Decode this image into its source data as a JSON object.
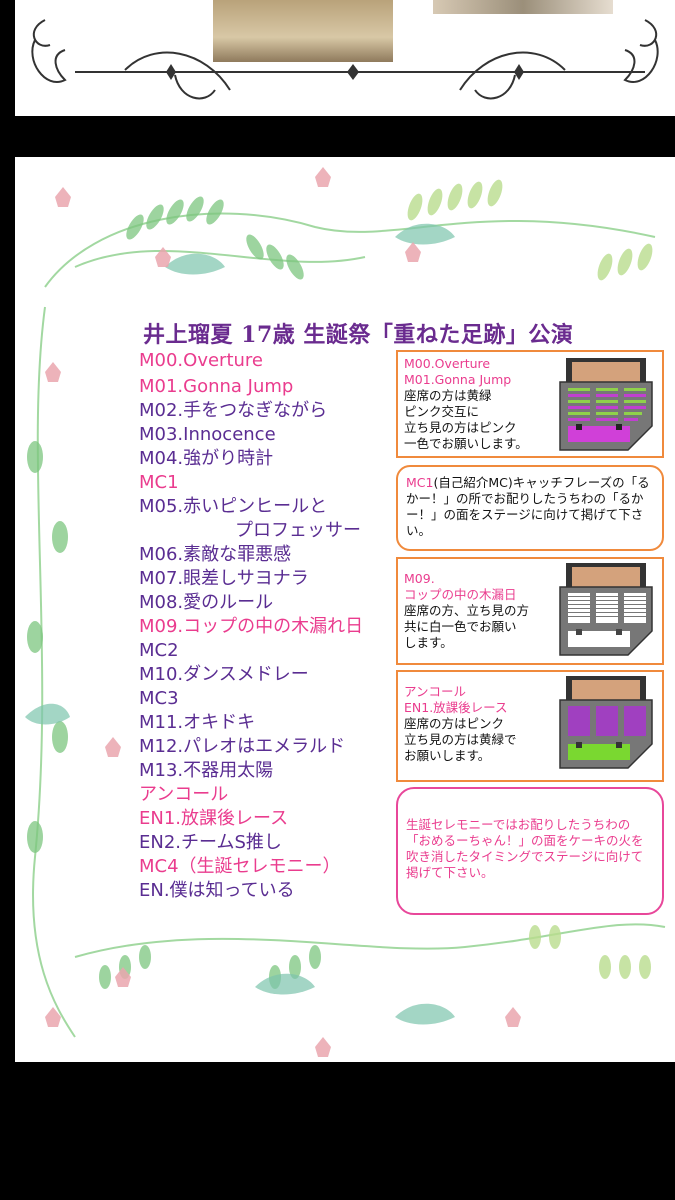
{
  "top_banner": {
    "photos": [
      "stage-photo-group",
      "stage-photo-closeup"
    ]
  },
  "flyer": {
    "title": "井上瑠夏 17歳 生誕祭「重ねた足跡」公演",
    "setlist": [
      {
        "label": "M00.Overture",
        "highlight": true
      },
      {
        "label": "M01.Gonna Jump",
        "highlight": true
      },
      {
        "label": "M02.手をつなぎながら",
        "highlight": false
      },
      {
        "label": "M03.Innocence",
        "highlight": false
      },
      {
        "label": "M04.強がり時計",
        "highlight": false
      },
      {
        "label": "MC1",
        "highlight": true
      },
      {
        "label": "M05.赤いピンヒールと",
        "highlight": false
      },
      {
        "label": "プロフェッサー",
        "highlight": false
      },
      {
        "label": "M06.素敵な罪悪感",
        "highlight": false
      },
      {
        "label": "M07.眼差しサヨナラ",
        "highlight": false
      },
      {
        "label": "M08.愛のルール",
        "highlight": false
      },
      {
        "label": "M09.コップの中の木漏れ日",
        "highlight": true
      },
      {
        "label": "MC2",
        "highlight": false
      },
      {
        "label": "M10.ダンスメドレー",
        "highlight": false
      },
      {
        "label": "MC3",
        "highlight": false
      },
      {
        "label": "M11.オキドキ",
        "highlight": false
      },
      {
        "label": "M12.パレオはエメラルド",
        "highlight": false
      },
      {
        "label": "M13.不器用太陽",
        "highlight": false
      },
      {
        "label": "アンコール",
        "highlight": true
      },
      {
        "label": "EN1.放課後レース",
        "highlight": true
      },
      {
        "label": "EN2.チームS推し",
        "highlight": false
      },
      {
        "label": "MC4（生誕セレモニー）",
        "highlight": true
      },
      {
        "label": "EN.僕は知っている",
        "highlight": false
      }
    ],
    "notes": [
      {
        "headings": [
          "M00.Overture",
          "M01.Gonna Jump"
        ],
        "lines": [
          "座席の方は黄緑",
          "ピンク交互に",
          "立ち見の方はピンク",
          "一色でお願いします。"
        ],
        "seatmap": {
          "seats": "green-pink-alternating",
          "standing": "#d040d8"
        }
      },
      {
        "heading": "MC1",
        "text": "(自己紹介MC)キャッチフレーズの「るかー！」の所でお配りしたうちわの「るかー！」の面をステージに向けて掲げて下さい。"
      },
      {
        "headings": [
          "M09.",
          "コップの中の木漏日"
        ],
        "lines": [
          "座席の方、立ち見の方",
          "共に白一色でお願い",
          "します。"
        ],
        "seatmap": {
          "seats": "#ffffff",
          "standing": "#ffffff"
        }
      },
      {
        "headings": [
          "アンコール",
          "EN1.放課後レース"
        ],
        "lines": [
          "座席の方はピンク",
          "立ち見の方は黄緑で",
          "お願いします。"
        ],
        "seatmap": {
          "seats": "#c040d0",
          "standing": "#7ad830"
        }
      },
      {
        "text": "生誕セレモニーではお配りしたうちわの「おめるーちゃん！」の面をケーキの火を吹き消したタイミングでステージに向けて掲げて下さい。"
      }
    ]
  },
  "colors": {
    "title": "#6a2b8f",
    "setlist_default": "#5a2d92",
    "highlight_pink": "#ea3c8e",
    "note_border_orange": "#f08a3c",
    "note_border_pink": "#e8479a",
    "vine_green": "#6fbf7a",
    "flower_pink": "#eaa6ae"
  }
}
